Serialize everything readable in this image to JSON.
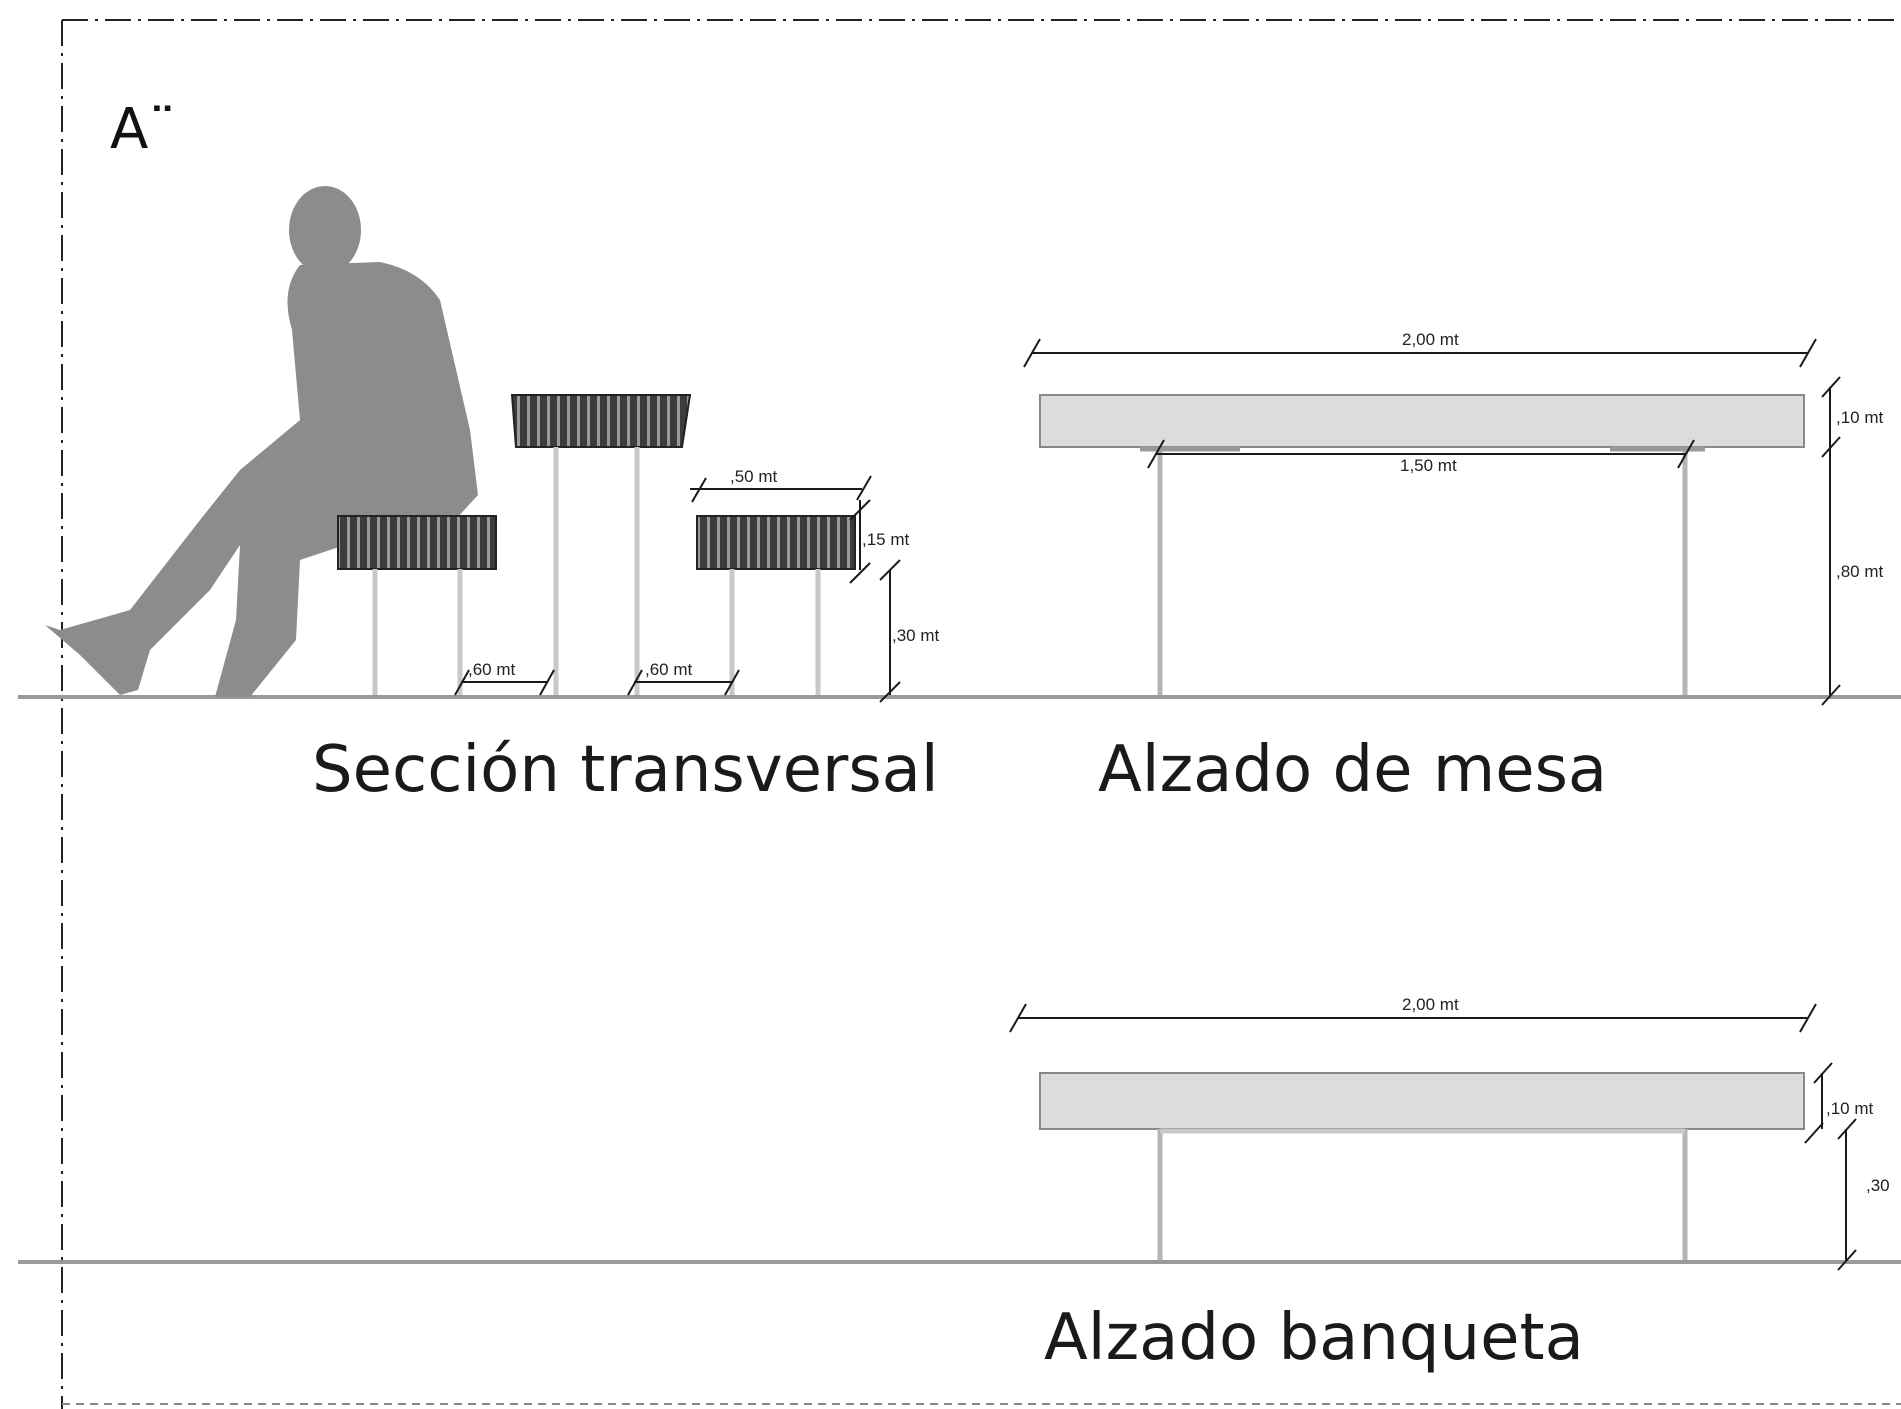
{
  "sheet_label": "A¨",
  "captions": {
    "section": "Sección transversal",
    "table_elevation": "Alzado de mesa",
    "bench_elevation": "Alzado banqueta"
  },
  "section_dims": {
    "stool_seat_width": ",50 mt",
    "stool_seat_height": ",15 mt",
    "stool_leg_height": ",30 mt",
    "gap_left": ",60 mt",
    "gap_right": ",60 mt"
  },
  "table_dims": {
    "overall_length": "2,00 mt",
    "leg_spacing": "1,50 mt",
    "top_thickness": ",10 mt",
    "height": ",80 mt"
  },
  "bench_dims": {
    "overall_length": "2,00 mt",
    "top_thickness": ",10 mt",
    "height": ",30"
  },
  "colors": {
    "silhouette": "#8c8c8c",
    "slat_dark": "#3c3c3c",
    "slab_fill": "#dcdcdc",
    "ground": "#9a9a9a",
    "line": "#1a1a1a"
  }
}
